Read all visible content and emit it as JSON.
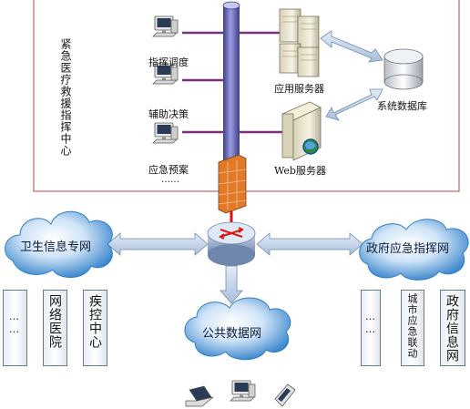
{
  "center": {
    "title": "紧急医疗救援指挥中心",
    "terminals": [
      {
        "label": "指挥调度",
        "icon": "workstation-icon"
      },
      {
        "label": "辅助决策",
        "icon": "workstation-icon"
      },
      {
        "label": "应急预案",
        "icon": "workstation-icon"
      }
    ],
    "more": "……",
    "app_server": "应用服务器",
    "web_server": "Web服务器",
    "database": "系统数据库"
  },
  "networks": {
    "health": "卫生信息专网",
    "gov": "政府应急指挥网",
    "public": "公共数据网"
  },
  "health_boxes": [
    {
      "text": "……"
    },
    {
      "text": "网络医院"
    },
    {
      "text": "疾控中心"
    }
  ],
  "gov_boxes": [
    {
      "text": "……"
    },
    {
      "text": "城市应急联动"
    },
    {
      "text": "政府信息网"
    }
  ],
  "colors": {
    "cloud": "#2f7fc9",
    "backbone": "#6b6bb0",
    "link": "#7a2f7a",
    "arrow": "#c9d7ea",
    "frame": "#b5484a"
  }
}
